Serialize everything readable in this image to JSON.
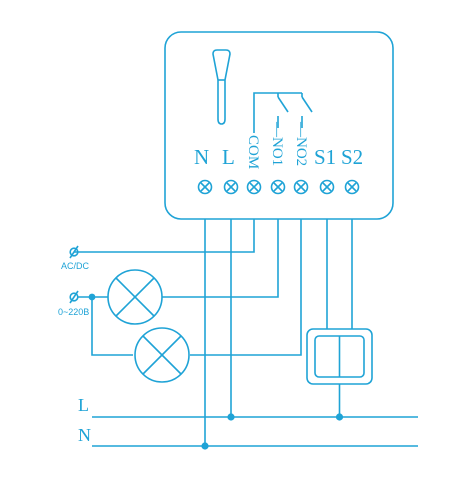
{
  "module": {
    "terminals": [
      "N",
      "L",
      "COM",
      "—NO1",
      "—NO2",
      "S1",
      "S2"
    ]
  },
  "inputs": {
    "ac_dc_label": "AC/DC",
    "voltage_label": "0~220B"
  },
  "bus": {
    "line_label": "L",
    "neutral_label": "N"
  },
  "colors": {
    "stroke": "#1fa3d6"
  }
}
